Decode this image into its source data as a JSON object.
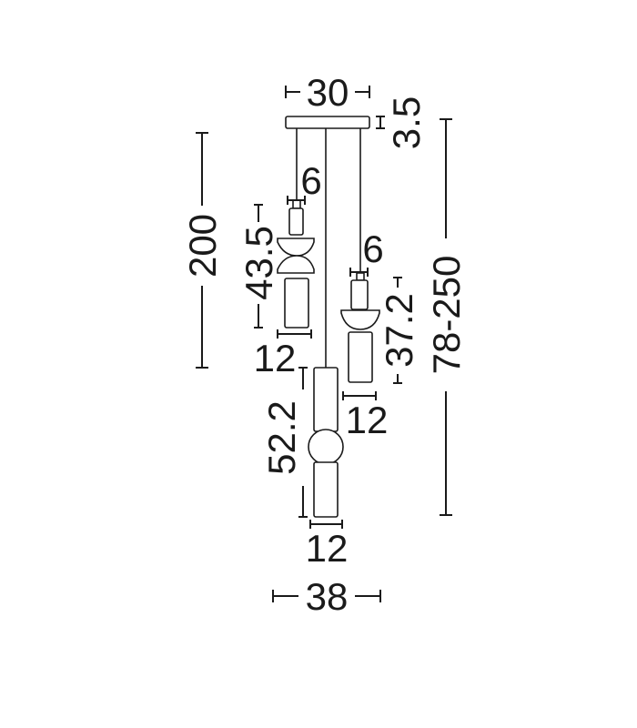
{
  "drawing": {
    "canopy_width": "30",
    "canopy_height": "3.5",
    "fixture_height_min": "200",
    "overall_height": "78-250",
    "overall_width": "38",
    "pendant_left": {
      "cap_width": "6",
      "height": "43.5",
      "width": "12"
    },
    "pendant_right": {
      "cap_width": "6",
      "height": "37.2",
      "width": "12"
    },
    "pendant_center": {
      "height": "52.2",
      "width": "12"
    }
  }
}
